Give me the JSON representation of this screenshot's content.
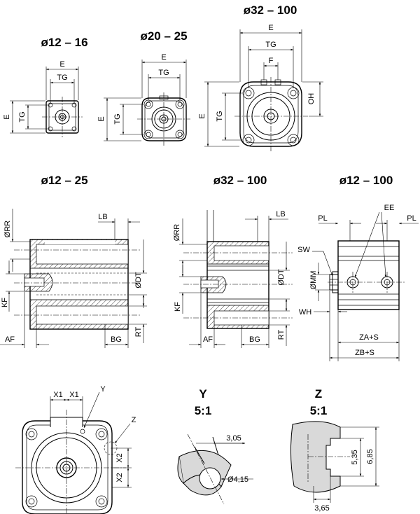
{
  "titles": {
    "front_small": "ø12 – 16",
    "front_mid": "ø20 – 25",
    "front_large": "ø32 – 100",
    "sect_small": "ø12 – 25",
    "sect_large": "ø32 – 100",
    "side_all": "ø12 – 100",
    "detail_y": "Y",
    "detail_y_scale": "5:1",
    "detail_z": "Z",
    "detail_z_scale": "5:1"
  },
  "dims": {
    "E": "E",
    "TG": "TG",
    "F": "F",
    "OH": "OH",
    "RR": "ØRR",
    "LB": "LB",
    "DT": "ØDT",
    "KF": "KF",
    "AF": "AF",
    "BG": "BG",
    "RT": "RT",
    "PL": "PL",
    "EE": "EE",
    "SW": "SW",
    "MM": "ØMM",
    "WH": "WH",
    "ZAS": "ZA+S",
    "ZBS": "ZB+S",
    "X1": "X1",
    "X2": "X2",
    "Y": "Y",
    "Z": "Z",
    "y_width": "3,05",
    "y_dia": "Ø4,15",
    "z_h1": "5,35",
    "z_h2": "6,85",
    "z_w": "3,65"
  }
}
